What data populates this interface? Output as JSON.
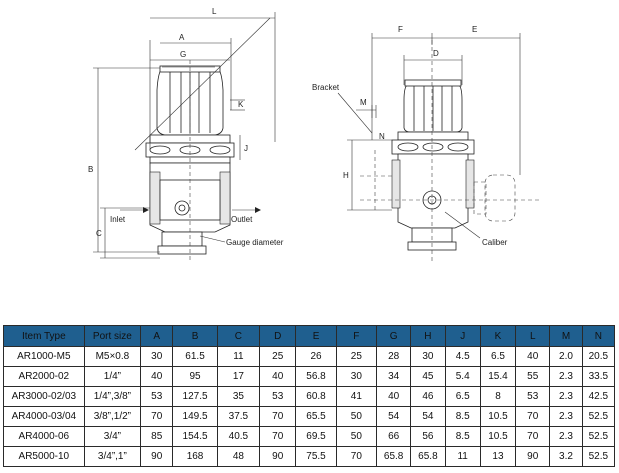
{
  "drawing": {
    "left_labels": {
      "L": "L",
      "A": "A",
      "G": "G",
      "K": "K",
      "J": "J",
      "B": "B",
      "C": "C",
      "inlet": "Inlet",
      "outlet": "Outlet",
      "gauge_diameter": "Gauge diameter"
    },
    "right_labels": {
      "F": "F",
      "E": "E",
      "D": "D",
      "bracket": "Bracket",
      "M": "M",
      "N": "N",
      "H": "H",
      "caliber": "Caliber"
    }
  },
  "table": {
    "headers": [
      "Item Type",
      "Port size",
      "A",
      "B",
      "C",
      "D",
      "E",
      "F",
      "G",
      "H",
      "J",
      "K",
      "L",
      "M",
      "N"
    ],
    "rows": [
      [
        "AR1000-M5",
        "M5×0.8",
        "30",
        "61.5",
        "11",
        "25",
        "26",
        "25",
        "28",
        "30",
        "4.5",
        "6.5",
        "40",
        "2.0",
        "20.5"
      ],
      [
        "AR2000-02",
        "1/4”",
        "40",
        "95",
        "17",
        "40",
        "56.8",
        "30",
        "34",
        "45",
        "5.4",
        "15.4",
        "55",
        "2.3",
        "33.5"
      ],
      [
        "AR3000-02/03",
        "1/4”,3/8”",
        "53",
        "127.5",
        "35",
        "53",
        "60.8",
        "41",
        "40",
        "46",
        "6.5",
        "8",
        "53",
        "2.3",
        "42.5"
      ],
      [
        "AR4000-03/04",
        "3/8”,1/2”",
        "70",
        "149.5",
        "37.5",
        "70",
        "65.5",
        "50",
        "54",
        "54",
        "8.5",
        "10.5",
        "70",
        "2.3",
        "52.5"
      ],
      [
        "AR4000-06",
        "3/4”",
        "85",
        "154.5",
        "40.5",
        "70",
        "69.5",
        "50",
        "66",
        "56",
        "8.5",
        "10.5",
        "70",
        "2.3",
        "52.5"
      ],
      [
        "AR5000-10",
        "3/4”,1”",
        "90",
        "168",
        "48",
        "90",
        "75.5",
        "70",
        "65.8",
        "65.8",
        "11",
        "13",
        "90",
        "3.2",
        "52.5"
      ]
    ]
  }
}
